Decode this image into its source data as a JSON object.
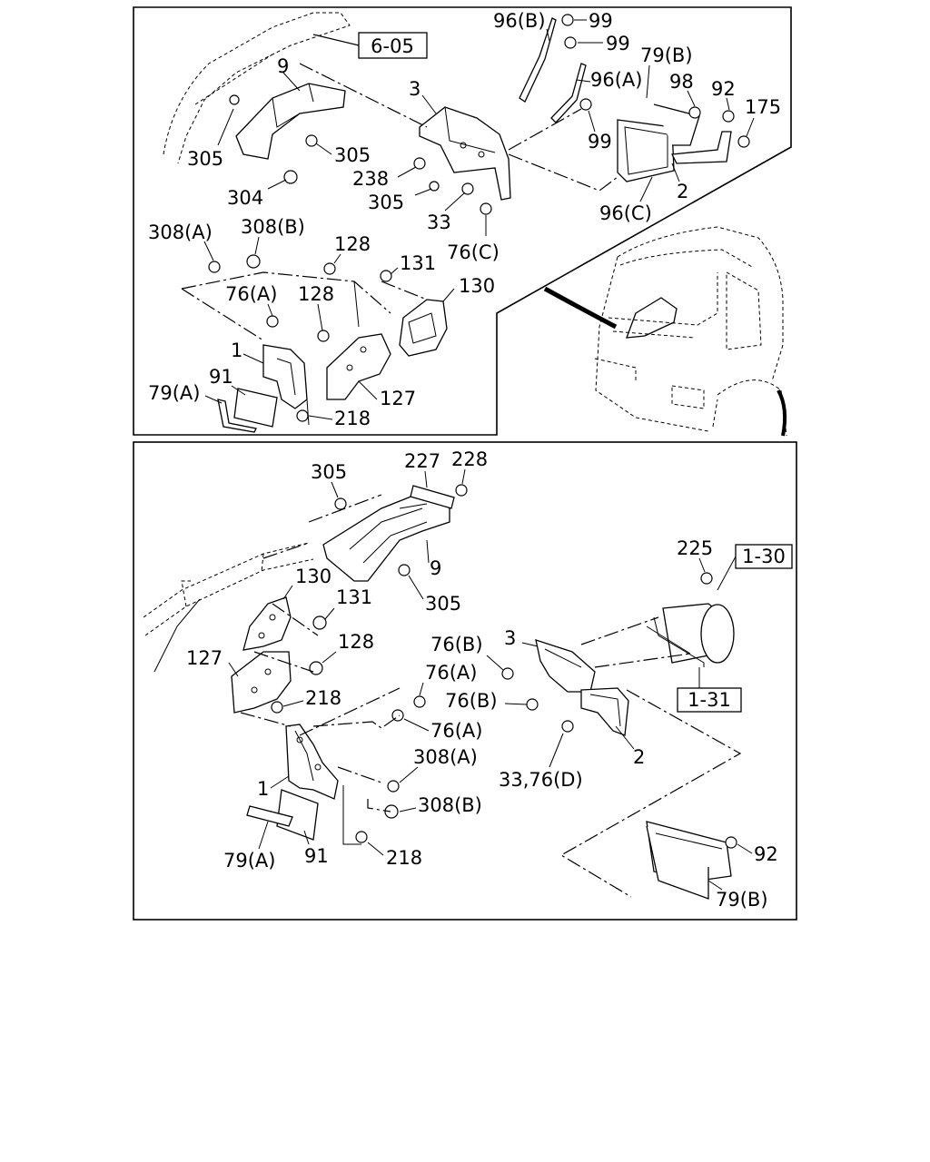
{
  "top_panel": {
    "ref_box": "6-05",
    "labels": {
      "l9": "9",
      "l305a": "305",
      "l305b": "305",
      "l304": "304",
      "l3": "3",
      "l238": "238",
      "l305c": "305",
      "l33": "33",
      "l76c": "76(C)",
      "l96b": "96(B)",
      "l99a": "99",
      "l99b": "99",
      "l96a": "96(A)",
      "l99c": "99",
      "l79b": "79(B)",
      "l98": "98",
      "l92": "92",
      "l175": "175",
      "l2": "2",
      "l96c": "96(C)",
      "l308a": "308(A)",
      "l308b": "308(B)",
      "l128a": "128",
      "l131": "131",
      "l130": "130",
      "l76a": "76(A)",
      "l128b": "128",
      "l1": "1",
      "l91": "91",
      "l79a": "79(A)",
      "l127": "127",
      "l218": "218"
    }
  },
  "bottom_panel": {
    "ref_box_1": "1-30",
    "ref_box_2": "1-31",
    "labels": {
      "l305a": "305",
      "l227": "227",
      "l228": "228",
      "l9": "9",
      "l305b": "305",
      "l225": "225",
      "l130": "130",
      "l131": "131",
      "l128": "128",
      "l127": "127",
      "l218a": "218",
      "l76b1": "76(B)",
      "l3": "3",
      "l76a1": "76(A)",
      "l76b2": "76(B)",
      "l76a2": "76(A)",
      "l2": "2",
      "l308a": "308(A)",
      "l33_76d": "33,76(D)",
      "l1": "1",
      "l308b": "308(B)",
      "l79a": "79(A)",
      "l91": "91",
      "l218b": "218",
      "l92": "92",
      "l79b": "79(B)"
    }
  }
}
